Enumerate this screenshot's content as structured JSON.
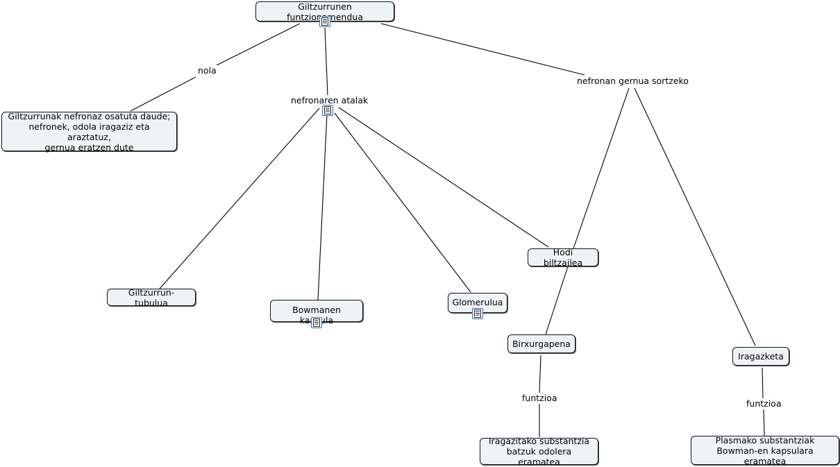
{
  "concepts": {
    "root": "Giltzurrunen funtzionamendua",
    "definition": "Giltzurrunak nefronaz osatuta daude;\nnefronek, odola iragaziz eta araztatuz,\ngernua eratzen dute",
    "tubule": "Giltzurrun-tubulua",
    "bowman": "Bowmanen kapsula",
    "glomerulus": "Glomerulua",
    "collecting_duct": "Hodi biltzailea",
    "reabsorption": "Birxurgapena",
    "filtration": "Iragazketa",
    "reabsorption_result": "Iragazitako substantzia\nbatzuk odolera eramatea",
    "filtration_result": "Plasmako substantziak\nBowman-en kapsulara eramatea"
  },
  "linking_phrases": {
    "how": "nola",
    "nephron_parts": "nefronaren atalak",
    "urine_formation": "nefronan gernua sortzeko",
    "function_1": "funtzioa",
    "function_2": "funtzioa"
  },
  "icons": {
    "root": "document-icon",
    "nephron_parts": "document-icon",
    "bowman": "document-icon",
    "glomerulus": "document-icon"
  },
  "colors": {
    "node_fill": "#eef4f6",
    "icon_border": "#2d6db5"
  }
}
